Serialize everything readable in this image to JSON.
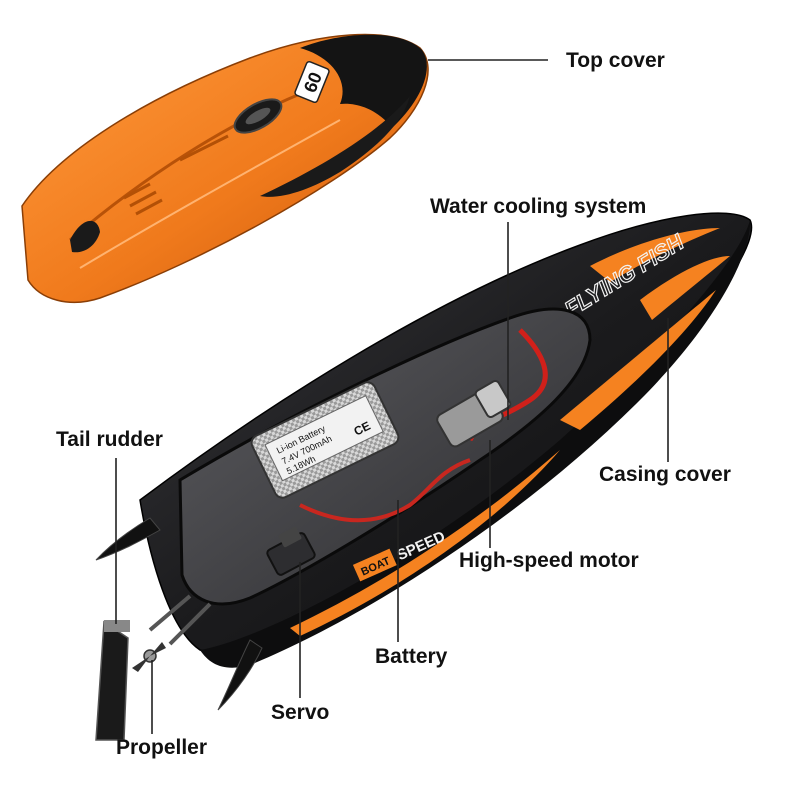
{
  "diagram": {
    "labels": {
      "top_cover": "Top cover",
      "water_cooling": "Water cooling system",
      "tail_rudder": "Tail rudder",
      "casing_cover": "Casing cover",
      "high_speed_motor": "High-speed motor",
      "battery": "Battery",
      "servo": "Servo",
      "propeller": "Propeller"
    },
    "hull_print": {
      "brand": "FLYING FISH",
      "side_text_a": "BOAT",
      "side_text_b": "SPEED",
      "cover_number": "60"
    },
    "battery_print": {
      "line1": "Li-ion Battery",
      "line2": "7.4V 700mAh",
      "line3": "5.18Wh",
      "mark": "CE"
    },
    "colors": {
      "cover_orange": "#f07a1c",
      "hull_black": "#1b1b1d",
      "accent_orange": "#f58220",
      "leader_line": "#222222"
    }
  }
}
